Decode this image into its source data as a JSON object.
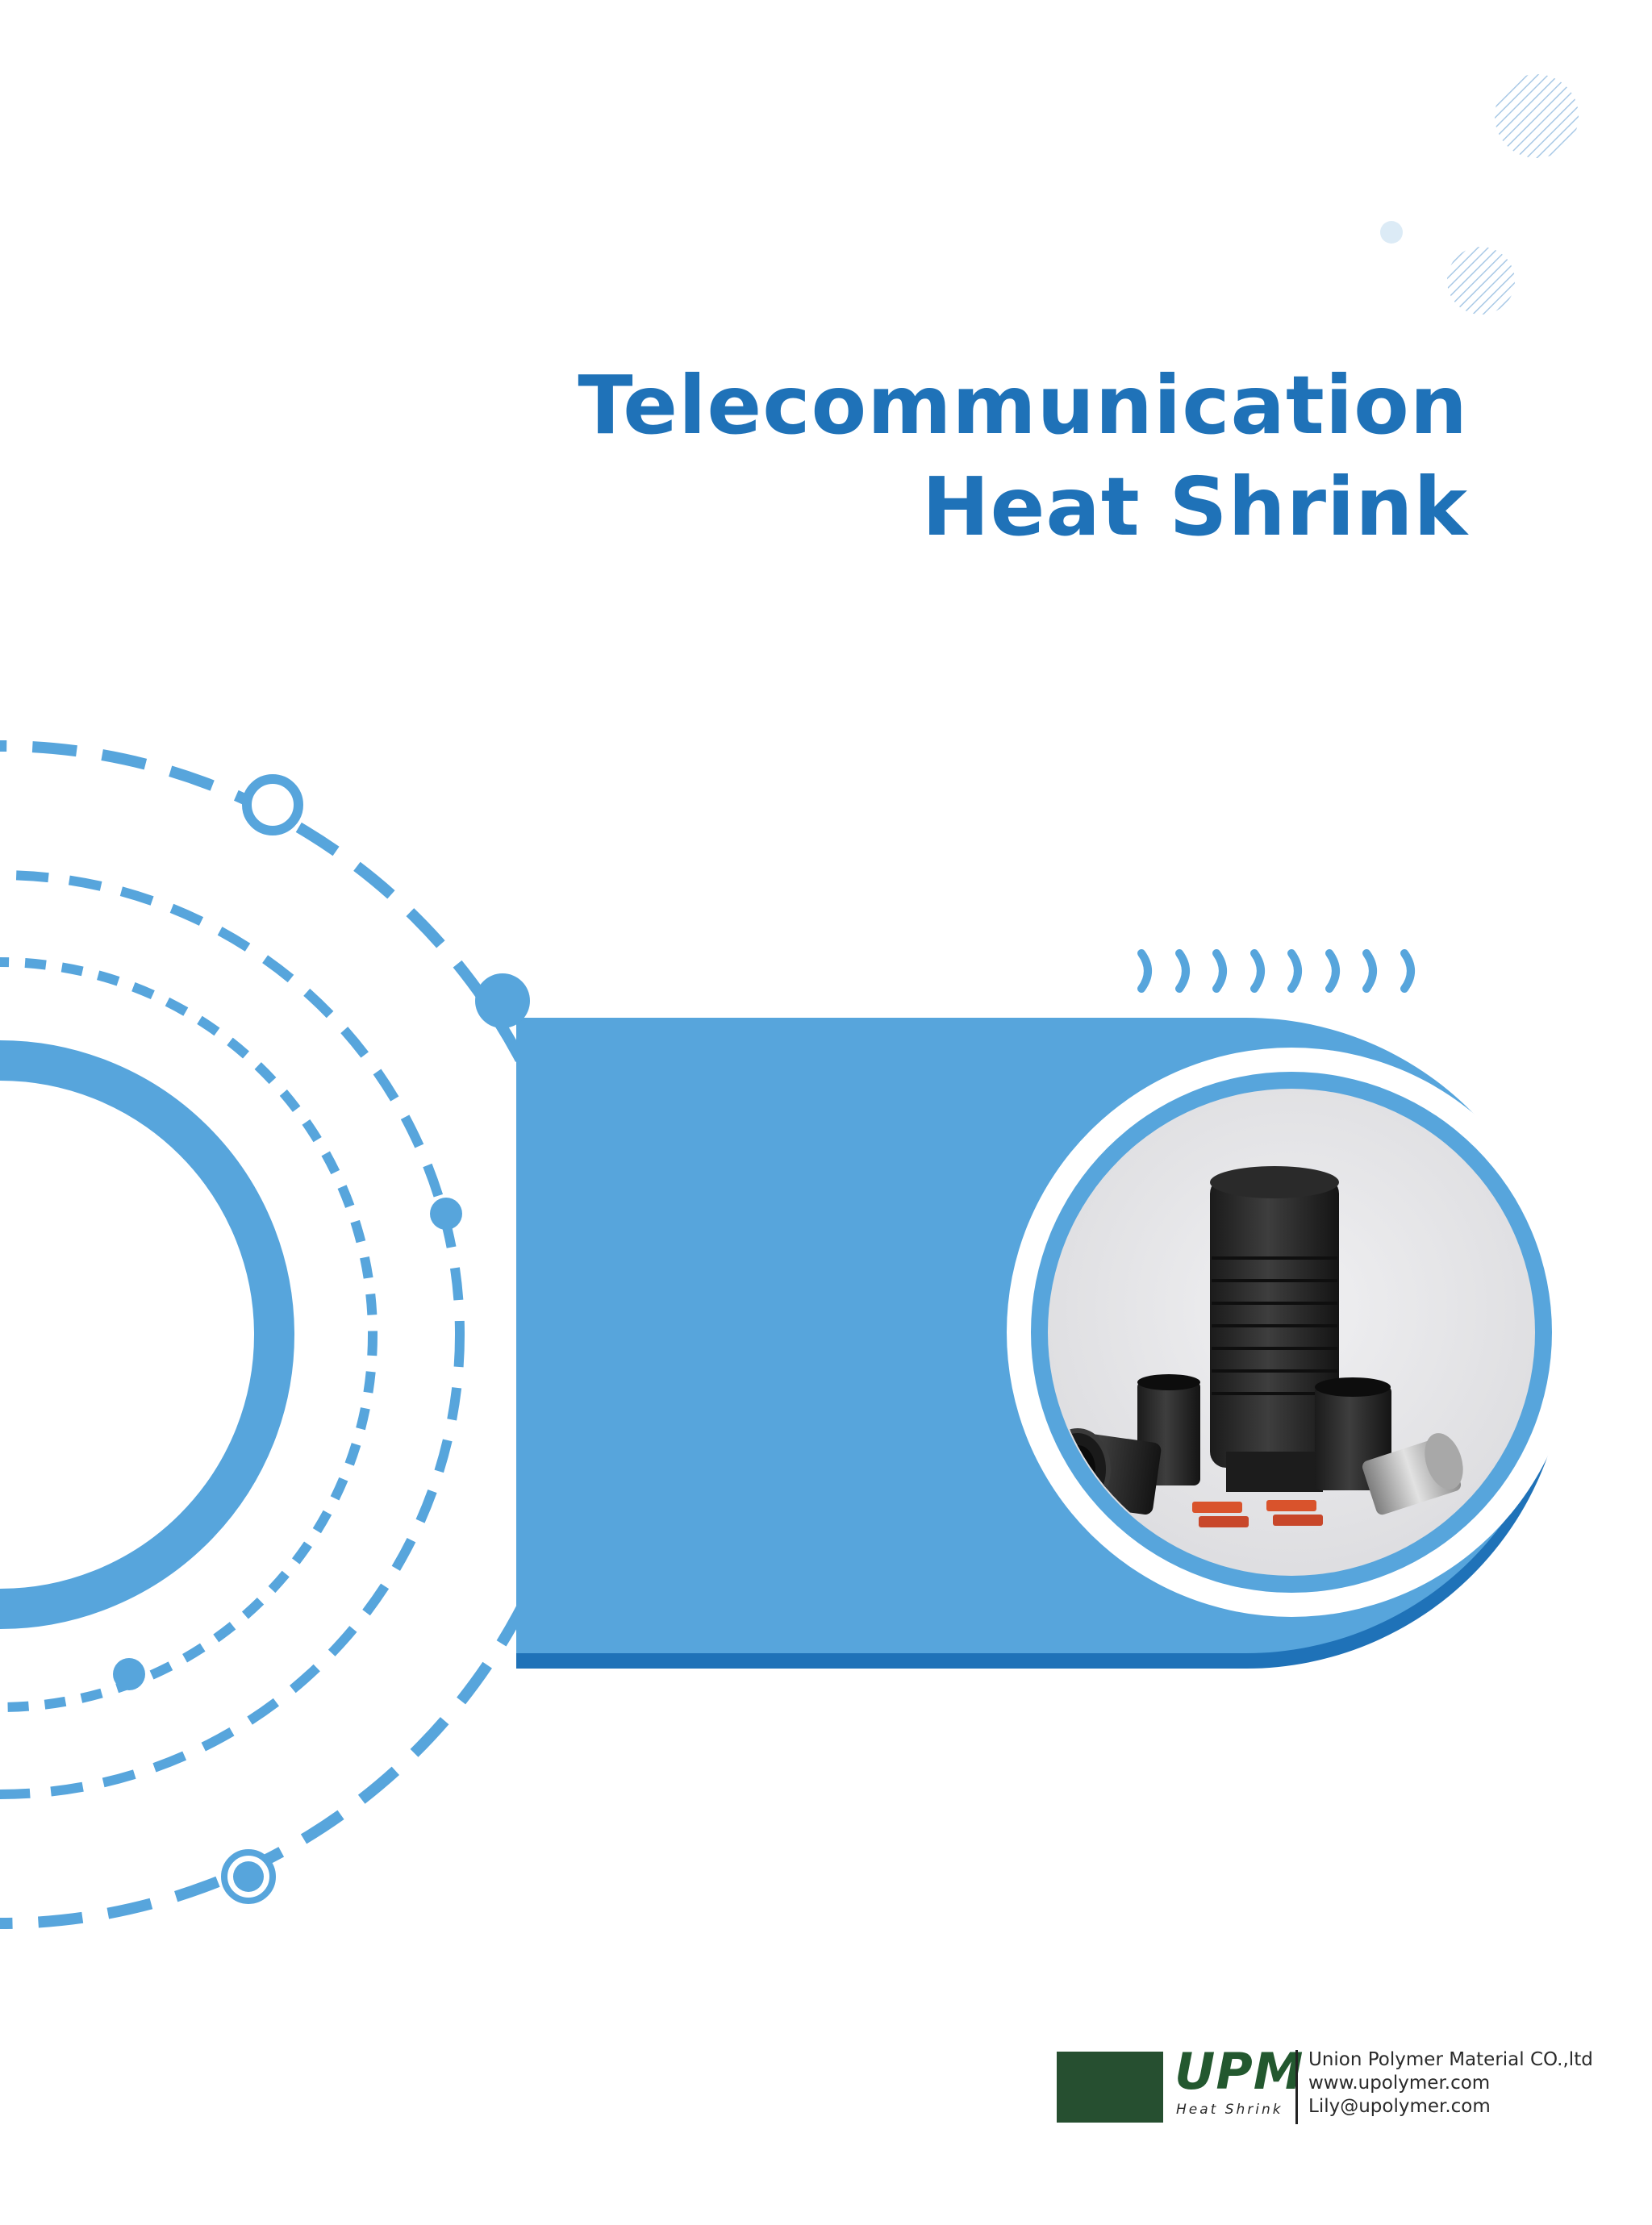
{
  "cover": {
    "title_line1": "Telecommunication",
    "title_line2": "Heat Shrink"
  },
  "footer": {
    "brand": "UPM",
    "brand_sub": "Heat Shrink",
    "company": "Union Polymer Material CO.,ltd",
    "website": "www.upolymer.com",
    "email": "Lily@upolymer.com"
  },
  "colors": {
    "accent_blue": "#1f72b8",
    "light_blue": "#57a5dc",
    "logo_green": "#264f30"
  },
  "illustration": {
    "subject": "telecom heat shrink closures and sleeves product photo"
  }
}
